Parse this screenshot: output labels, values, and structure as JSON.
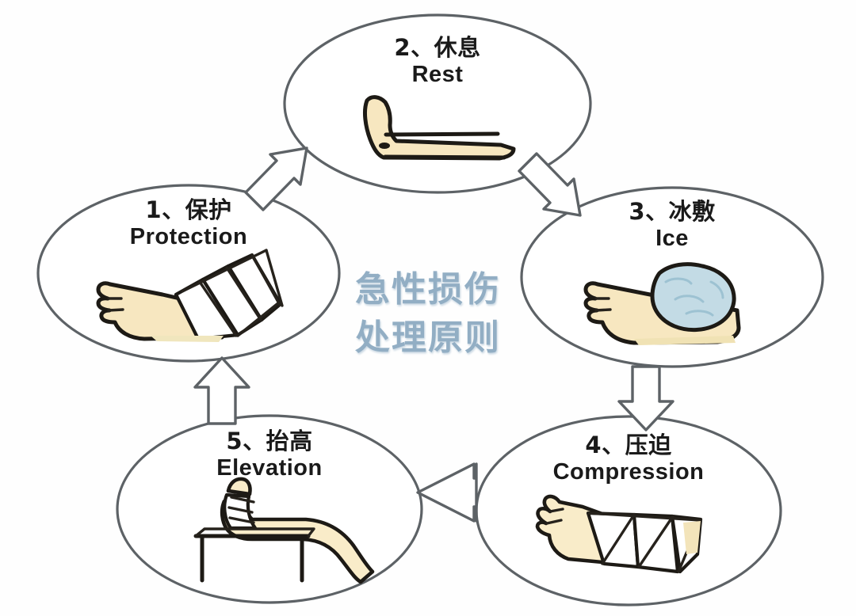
{
  "diagram": {
    "center_title_line1": "急性损伤",
    "center_title_line2": "处理原则",
    "center_title_color": "#92aec4",
    "background_color": "#fefefe",
    "outline_color": "#5a5f63",
    "skin_color": "#f7e7c0",
    "ice_color": "#c3dbe5",
    "bandage_color": "#ffffff",
    "type": "cycle",
    "node_count": 5,
    "nodes": [
      {
        "index": "1",
        "cn": "1、保护",
        "en": "Protection",
        "icon": "bandaged-foot-splint-icon",
        "position": "left"
      },
      {
        "index": "2",
        "cn": "2、休息",
        "en": "Rest",
        "icon": "resting-leg-icon",
        "position": "top"
      },
      {
        "index": "3",
        "cn": "3、冰敷",
        "en": "Ice",
        "icon": "ice-pack-on-foot-icon",
        "position": "right"
      },
      {
        "index": "4",
        "cn": "4、压迫",
        "en": "Compression",
        "icon": "compression-bandage-foot-icon",
        "position": "bottom-right"
      },
      {
        "index": "5",
        "cn": "5、抬高",
        "en": "Elevation",
        "icon": "elevated-leg-on-stool-icon",
        "position": "bottom-left"
      }
    ],
    "arrows": [
      {
        "from": "1",
        "to": "2",
        "direction": "up-right",
        "name": "arrow-protection-to-rest"
      },
      {
        "from": "2",
        "to": "3",
        "direction": "down-right",
        "name": "arrow-rest-to-ice"
      },
      {
        "from": "3",
        "to": "4",
        "direction": "down",
        "name": "arrow-ice-to-compression"
      },
      {
        "from": "4",
        "to": "5",
        "direction": "left",
        "name": "arrow-compression-to-elevation"
      },
      {
        "from": "5",
        "to": "1",
        "direction": "up",
        "name": "arrow-elevation-to-protection"
      }
    ]
  }
}
